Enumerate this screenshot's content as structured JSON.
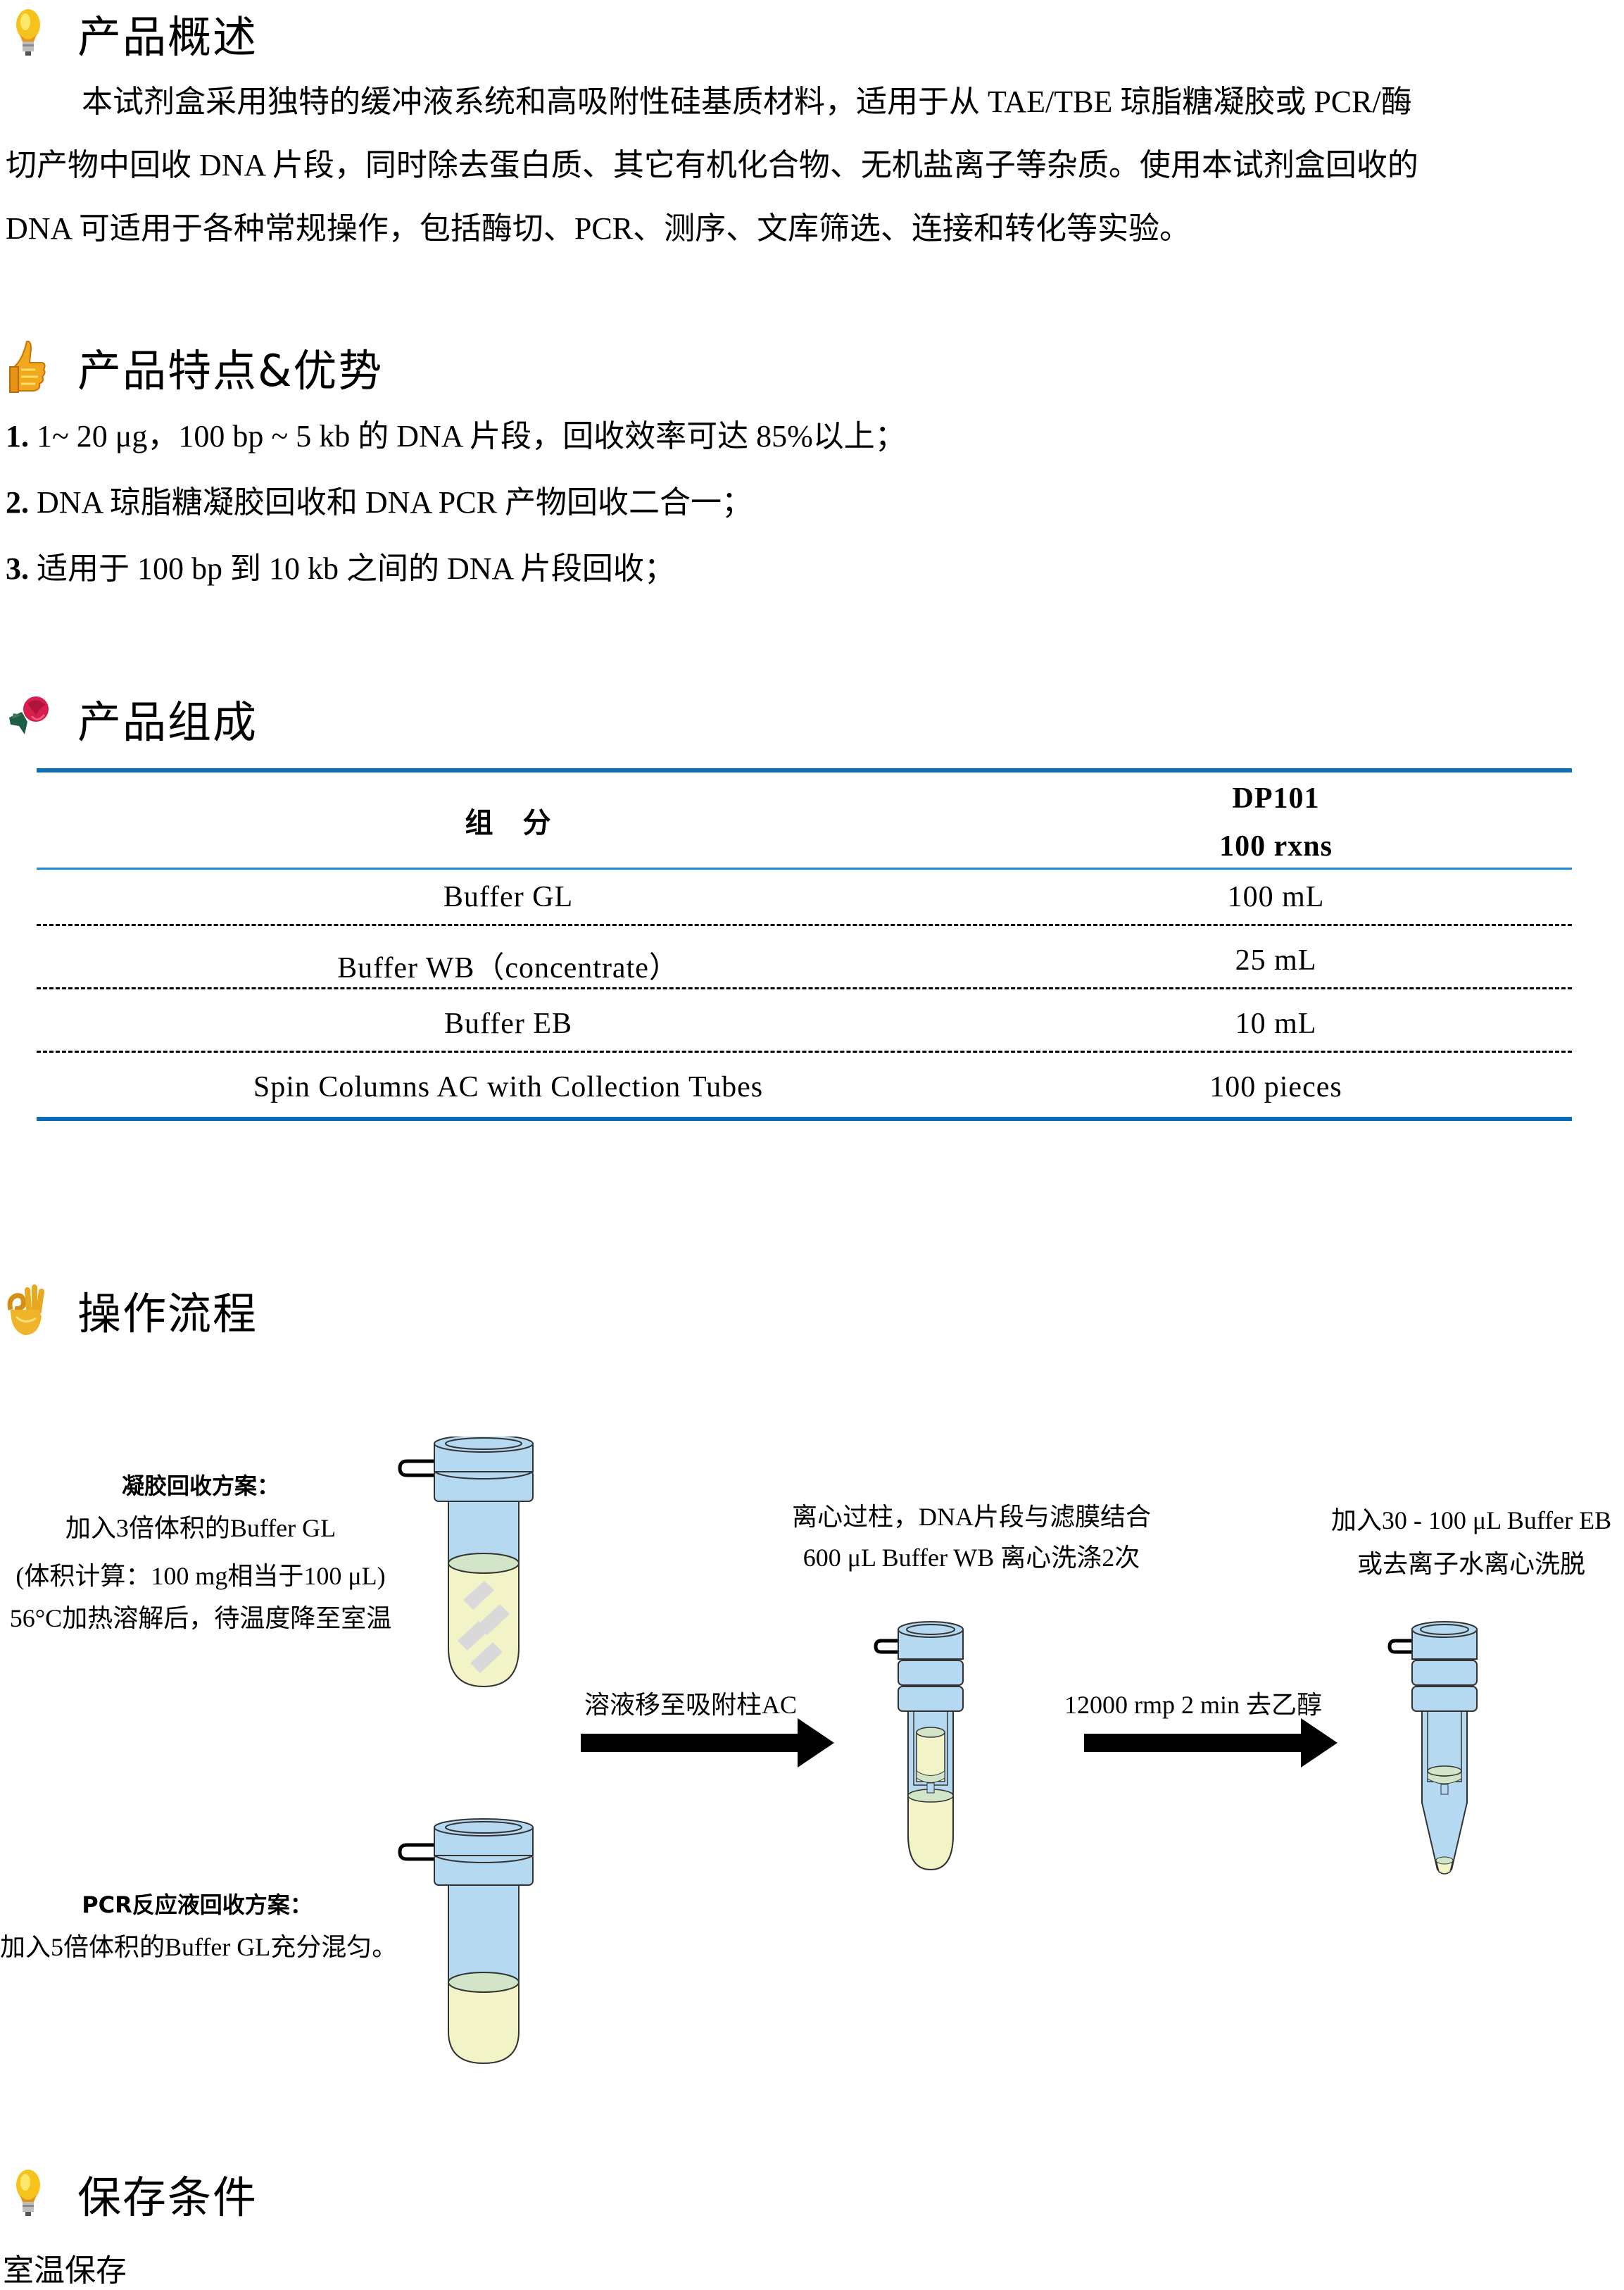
{
  "sections": {
    "overview": {
      "title": "产品概述",
      "icon": "lightbulb-icon",
      "lines": [
        "本试剂盒采用独特的缓冲液系统和高吸附性硅基质材料，适用于从 TAE/TBE 琼脂糖凝胶或 PCR/酶",
        "切产物中回收 DNA 片段，同时除去蛋白质、其它有机化合物、无机盐离子等杂质。使用本试剂盒回收的",
        "DNA 可适用于各种常规操作，包括酶切、PCR、测序、文库筛选、连接和转化等实验。"
      ]
    },
    "features": {
      "title": "产品特点&优势",
      "icon": "thumbs-up-icon",
      "items": [
        {
          "num": "1.",
          "text": " 1~ 20 μg，100 bp ~ 5 kb 的 DNA 片段，回收效率可达 85%以上；"
        },
        {
          "num": "2.",
          "text": " DNA 琼脂糖凝胶回收和 DNA PCR 产物回收二合一；"
        },
        {
          "num": "3.",
          "text": "  适用于 100 bp 到 10 kb 之间的 DNA 片段回收；"
        }
      ]
    },
    "composition": {
      "title": "产品组成",
      "icon": "rose-icon",
      "header": {
        "component": "组　分",
        "product_code": "DP101",
        "size": "100 rxns"
      },
      "rows": [
        {
          "component": "Buffer GL",
          "amount": "100 mL"
        },
        {
          "component": "Buffer WB（concentrate）",
          "amount": "25 mL"
        },
        {
          "component": "Buffer EB",
          "amount": "10 mL"
        },
        {
          "component": "Spin Columns AC with Collection Tubes",
          "amount": "100 pieces"
        }
      ],
      "colors": {
        "rule_thick": "#0c6eb4",
        "rule_header": "#1a8ad0",
        "rule_dashed": "#000000"
      }
    },
    "workflow": {
      "title": "操作流程",
      "icon": "ok-hand-icon",
      "gel": {
        "title": "凝胶回收方案：",
        "lines": [
          "加入3倍体积的Buffer GL",
          "(体积计算：100 mg相当于100 μL)",
          "56°C加热溶解后，待温度降至室温"
        ]
      },
      "pcr": {
        "title": "PCR反应液回收方案：",
        "lines": [
          "加入5倍体积的Buffer GL充分混匀。"
        ]
      },
      "step_bind": {
        "lines": [
          "离心过柱，DNA片段与滤膜结合",
          "600 μL Buffer WB 离心洗涤2次"
        ]
      },
      "arrow1_label": "溶液移至吸附柱AC",
      "arrow2_label": "12000 rmp 2 min 去乙醇",
      "step_elute": {
        "lines": [
          "加入30 - 100 μL Buffer EB",
          "或去离子水离心洗脱"
        ]
      },
      "colors": {
        "tube_blue": "#b5d9f0",
        "liquid_yellow": "#f2f4c8",
        "liquid_surface": "#d2e5c8",
        "gel_piece": "#d9d9d9"
      }
    },
    "storage": {
      "title": "保存条件",
      "icon": "lightbulb-icon",
      "text": "室温保存"
    }
  }
}
